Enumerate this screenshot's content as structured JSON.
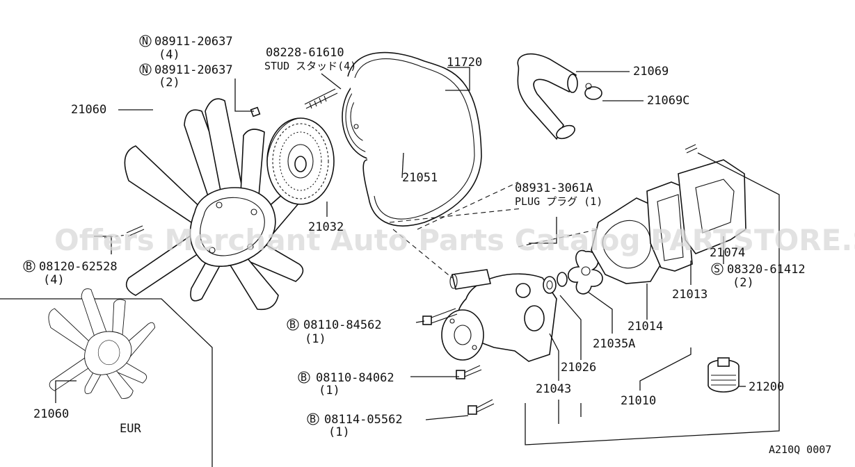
{
  "watermark": "Offers Merchant Auto Parts Catalog PARTSTORE.SA",
  "diagram_code": "A210Q 0007",
  "parts": {
    "nut_a": {
      "prefix": "N",
      "number": "08911-20637",
      "qty": "(4)"
    },
    "nut_b": {
      "prefix": "N",
      "number": "08911-20637",
      "qty": "(2)"
    },
    "stud": {
      "number": "08228-61610",
      "desc": "STUD スタッド(4)"
    },
    "belt": "11720",
    "hose": "21069",
    "clamp": "21069C",
    "fan": "21060",
    "pulley": "21051",
    "coupling": "21032",
    "plug": {
      "number": "08931-3061A",
      "desc": "PLUG プラグ (1)"
    },
    "gasket_outer": "21074",
    "bolt_s": {
      "prefix": "S",
      "number": "08320-61412",
      "qty": "(2)"
    },
    "bolt_b1": {
      "prefix": "B",
      "number": "08120-62528",
      "qty": "(4)"
    },
    "housing": "21013",
    "gasket": "21014",
    "impeller": "21035A",
    "bolt_b2": {
      "prefix": "B",
      "number": "08110-84562",
      "qty": "(1)"
    },
    "seal": "21026",
    "pump": "21043",
    "bolt_b3": {
      "prefix": "B",
      "number": "08110-84062",
      "qty": "(1)"
    },
    "assembly": "21010",
    "thermostat": "21200",
    "bolt_b4": {
      "prefix": "B",
      "number": "08114-05562",
      "qty": "(1)"
    },
    "fan_eur": "21060",
    "region": "EUR"
  }
}
